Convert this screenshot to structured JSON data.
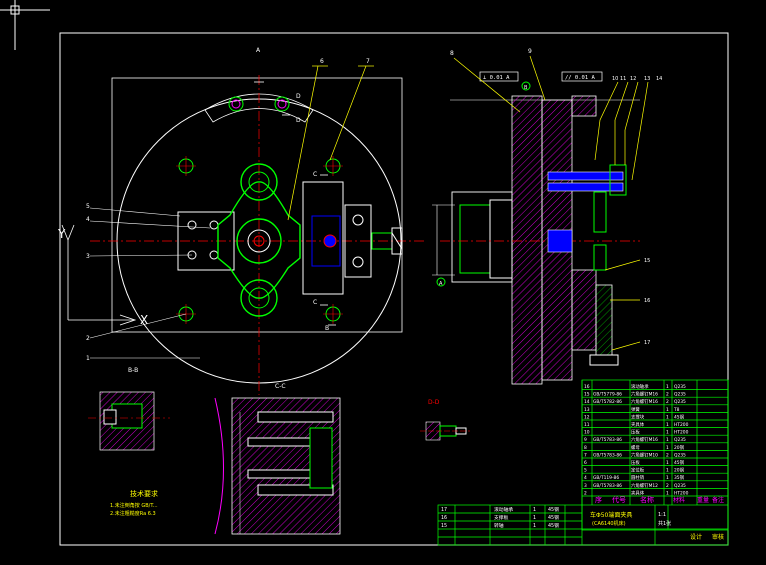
{
  "drawing": {
    "background": "#000000",
    "colors": {
      "frame": "#ffffff",
      "part": "#00ff00",
      "center": "#ff0000",
      "hatch": "#ff00ff",
      "dim": "#ffffff",
      "leader": "#ffff00",
      "bolt": "#0000ff",
      "label": "#ff00ff",
      "table": "#00ff00",
      "text": "#ffff00"
    },
    "view_labels": {
      "a_top": "A",
      "b_b": "B-B",
      "c_c": "C-C",
      "d_d": "D-D",
      "section_bb_small": "B-B"
    },
    "part_numbers_left": [
      "5",
      "4",
      "3",
      "2",
      "1"
    ],
    "part_numbers_top": [
      "6",
      "7",
      "8",
      "9"
    ],
    "part_numbers_right": [
      "10",
      "11",
      "12",
      "13",
      "14",
      "15",
      "16",
      "17"
    ],
    "axis_labels": [
      "Y",
      "X"
    ],
    "datum_markers": [
      "B",
      "A"
    ],
    "tolerance_frames": [
      "⊥ 0.01 A",
      "// 0.01 A"
    ],
    "tech_requirements": {
      "title": "技术要求",
      "lines": [
        "1.未注倒角按 GB/T...",
        "2.未注粗糙度Ra 6.3"
      ]
    },
    "bom_rows": [
      {
        "no": "16",
        "code": "",
        "name": "滚动轴承",
        "qty": "1",
        "material": "Q235"
      },
      {
        "no": "15",
        "code": "GB/T5779-86",
        "name": "六角螺钉M16",
        "qty": "2",
        "material": "Q235"
      },
      {
        "no": "14",
        "code": "GB/T5782-86",
        "name": "六角螺钉M16",
        "qty": "2",
        "material": "Q235"
      },
      {
        "no": "13",
        "code": "",
        "name": "弹簧",
        "qty": "1",
        "material": "T8"
      },
      {
        "no": "12",
        "code": "",
        "name": "支撑块",
        "qty": "1",
        "material": "45钢"
      },
      {
        "no": "11",
        "code": "",
        "name": "夹具体",
        "qty": "1",
        "material": "HT200"
      },
      {
        "no": "10",
        "code": "",
        "name": "压板",
        "qty": "1",
        "material": "HT200"
      },
      {
        "no": "9",
        "code": "GB/T5783-86",
        "name": "六角螺钉M16",
        "qty": "1",
        "material": "Q235"
      },
      {
        "no": "8",
        "code": "",
        "name": "螺母",
        "qty": "1",
        "material": "20钢"
      },
      {
        "no": "7",
        "code": "GB/T5783-86",
        "name": "六角螺钉M10",
        "qty": "2",
        "material": "Q235"
      },
      {
        "no": "6",
        "code": "",
        "name": "压板",
        "qty": "1",
        "material": "45钢"
      },
      {
        "no": "5",
        "code": "",
        "name": "定位板",
        "qty": "1",
        "material": "20钢"
      },
      {
        "no": "4",
        "code": "GB/T119-86",
        "name": "圆柱销",
        "qty": "1",
        "material": "35钢"
      },
      {
        "no": "3",
        "code": "GB/T5783-86",
        "name": "六角螺钉M12",
        "qty": "2",
        "material": "Q235"
      },
      {
        "no": "2",
        "code": "",
        "name": "夹具体",
        "qty": "1",
        "material": "HT200"
      }
    ],
    "bom_header": {
      "no": "序",
      "code": "代号",
      "name": "名称",
      "qty": "数量",
      "material": "材料",
      "weight": "重量",
      "note": "备注"
    },
    "bom_left_rows": [
      {
        "no": "17",
        "name": "滚动轴承",
        "qty": "1",
        "material": "45钢"
      },
      {
        "no": "16",
        "name": "支撑板",
        "qty": "1",
        "material": "45钢"
      },
      {
        "no": "15",
        "name": "转轴",
        "qty": "1",
        "material": "45钢"
      }
    ],
    "title_block": {
      "title": "车Φ50端面夹具",
      "subtitle": "(CA6140机床)",
      "scale": "1:1",
      "sheet": "共1张",
      "school": "",
      "drawn": "设计",
      "check": "审核"
    }
  }
}
